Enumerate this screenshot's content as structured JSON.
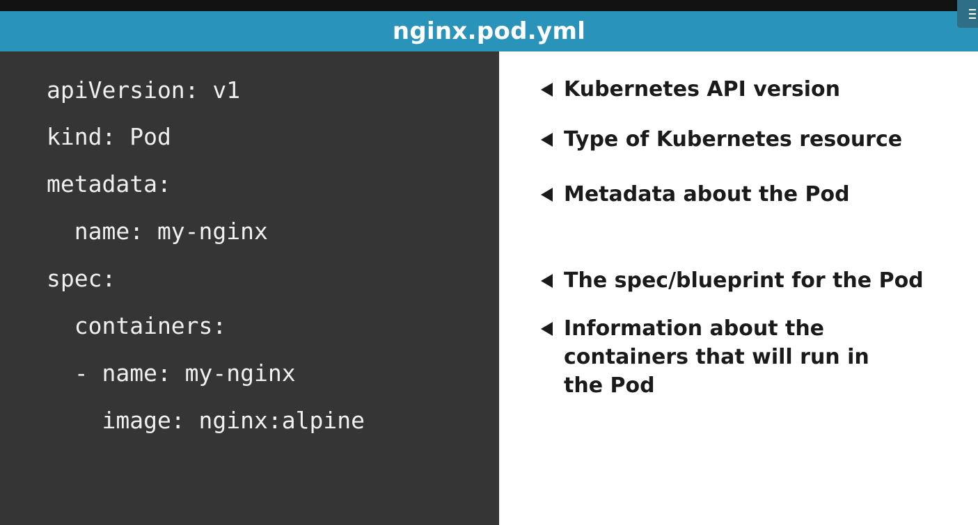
{
  "title": "nginx.pod.yml",
  "colors": {
    "title_bar": "#2a93b9",
    "code_background": "#353535",
    "code_text": "#f0f0f0",
    "notes_background": "#ffffff",
    "notes_text": "#1a1a1a"
  },
  "menu": {
    "icon": "hamburger-menu-icon"
  },
  "code_lines": [
    "apiVersion: v1",
    "kind: Pod",
    "metadata:",
    "  name: my-nginx",
    "spec:",
    "  containers:",
    "  - name: my-nginx",
    "    image: nginx:alpine"
  ],
  "annotations": [
    "Kubernetes API version",
    "Type of Kubernetes resource",
    "Metadata about the Pod",
    "The spec/blueprint for the Pod",
    "Information about the containers that will run in the Pod"
  ]
}
